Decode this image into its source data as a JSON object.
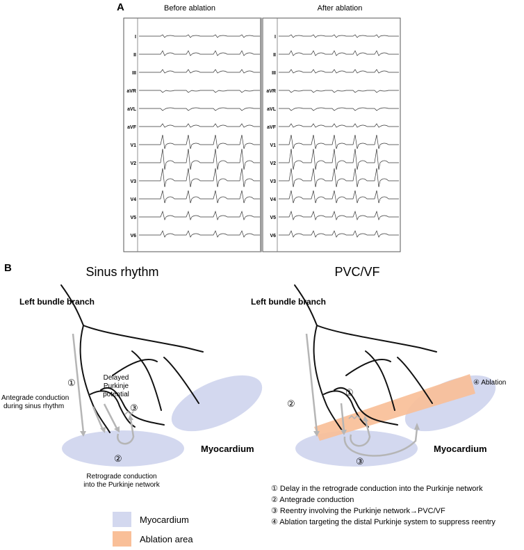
{
  "panelA": {
    "label": "A",
    "before_title": "Before ablation",
    "after_title": "After ablation",
    "leads": [
      "I",
      "II",
      "III",
      "aVR",
      "aVL",
      "aVF",
      "V1",
      "V2",
      "V3",
      "V4",
      "V5",
      "V6"
    ]
  },
  "panelB": {
    "label": "B",
    "left_title": "Sinus rhythm",
    "right_title": "PVC/VF",
    "left_lbb": "Left bundle branch",
    "right_lbb": "Left bundle branch",
    "left_myocardium": "Myocardium",
    "right_myocardium": "Myocardium",
    "ante_num": "①",
    "ante_line1": "Antegrade conduction",
    "ante_line2": "during sinus rhythm",
    "delayed_line1": "Delayed",
    "delayed_line2": "Purkinje",
    "delayed_line3": "potential",
    "delayed_num": "③",
    "retro_num": "②",
    "retro_line1": "Retrograde conduction",
    "retro_line2": "into the Purkinje network",
    "r_num1": "①",
    "r_num2": "②",
    "r_num3": "③",
    "r_ablation": "④ Ablation",
    "notes": [
      "① Delay in the retrograde conduction into the Purkinje network",
      "② Antegrade conduction",
      "③ Reentry involving the Purkinje network→PVC/VF",
      "④ Ablation targeting the distal Purkinje system to suppress reentry"
    ]
  },
  "legend": {
    "myocardium": "Myocardium",
    "ablation": "Ablation area"
  },
  "colors": {
    "myocardium": "#d3d8ef",
    "ablation": "#f9bf98",
    "arrow": "#b5b5b5"
  }
}
